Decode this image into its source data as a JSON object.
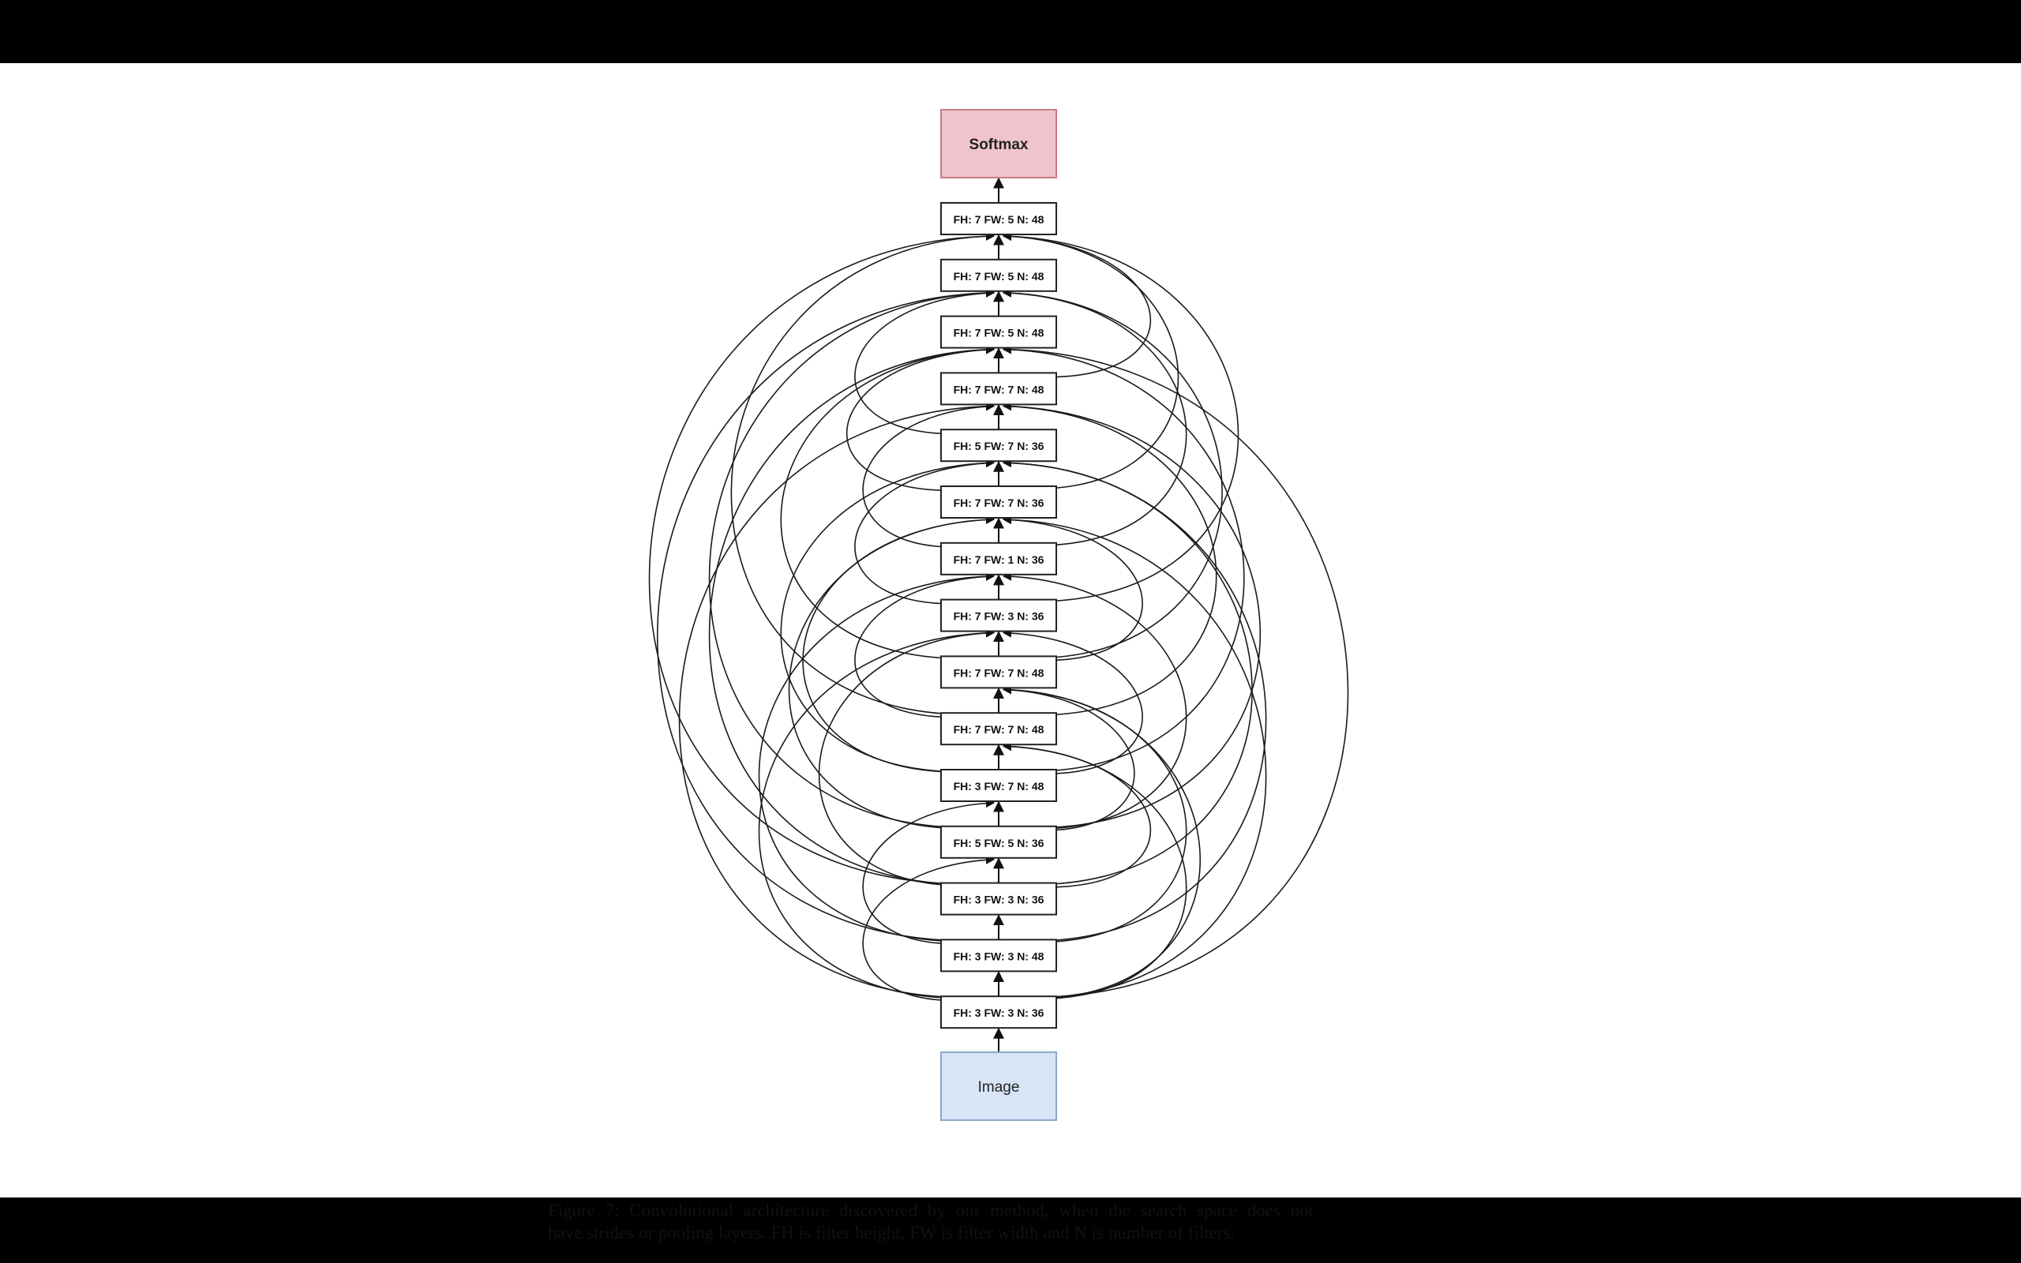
{
  "diagram": {
    "top_node": {
      "label": "Softmax",
      "fill": "#efc4cc",
      "stroke": "#c97a86"
    },
    "bottom_node": {
      "label": "Image",
      "fill": "#d7e5f6",
      "stroke": "#8aa8cc"
    },
    "layers": [
      "FH: 7 FW: 5 N: 48",
      "FH: 7 FW: 5 N: 48",
      "FH: 7 FW: 5 N: 48",
      "FH: 7 FW: 7 N: 48",
      "FH: 5 FW: 7 N: 36",
      "FH: 7 FW: 7 N: 36",
      "FH: 7 FW: 1 N: 36",
      "FH: 7 FW: 3 N: 36",
      "FH: 7 FW: 7 N: 48",
      "FH: 7 FW: 7 N: 48",
      "FH: 3 FW: 7 N: 48",
      "FH: 5 FW: 5 N: 36",
      "FH: 3 FW: 3 N: 36",
      "FH: 3 FW: 3 N: 48",
      "FH: 3 FW: 3 N: 36"
    ],
    "skip_connections": [
      [
        15,
        12
      ],
      [
        15,
        10
      ],
      [
        15,
        8
      ],
      [
        15,
        6
      ],
      [
        15,
        4
      ],
      [
        15,
        3
      ],
      [
        14,
        11
      ],
      [
        14,
        9
      ],
      [
        14,
        7
      ],
      [
        14,
        5
      ],
      [
        14,
        2
      ],
      [
        13,
        10
      ],
      [
        13,
        8
      ],
      [
        13,
        5
      ],
      [
        13,
        1
      ],
      [
        12,
        9
      ],
      [
        12,
        6
      ],
      [
        12,
        4
      ],
      [
        12,
        2
      ],
      [
        11,
        8
      ],
      [
        11,
        5
      ],
      [
        11,
        3
      ],
      [
        10,
        7
      ],
      [
        10,
        4
      ],
      [
        10,
        1
      ],
      [
        9,
        6
      ],
      [
        9,
        3
      ],
      [
        9,
        2
      ],
      [
        8,
        5
      ],
      [
        8,
        1
      ],
      [
        7,
        4
      ],
      [
        7,
        2
      ],
      [
        6,
        3
      ],
      [
        6,
        1
      ],
      [
        5,
        2
      ],
      [
        4,
        1
      ],
      [
        13,
        3
      ],
      [
        12,
        7
      ],
      [
        11,
        6
      ],
      [
        15,
        9
      ]
    ]
  },
  "caption": {
    "line1": "Figure 7:  Convolutional architecture discovered by our method, when the search space does not",
    "line2": "have strides or pooling layers. FH is filter height, FW is filter width and N is number of filters."
  }
}
